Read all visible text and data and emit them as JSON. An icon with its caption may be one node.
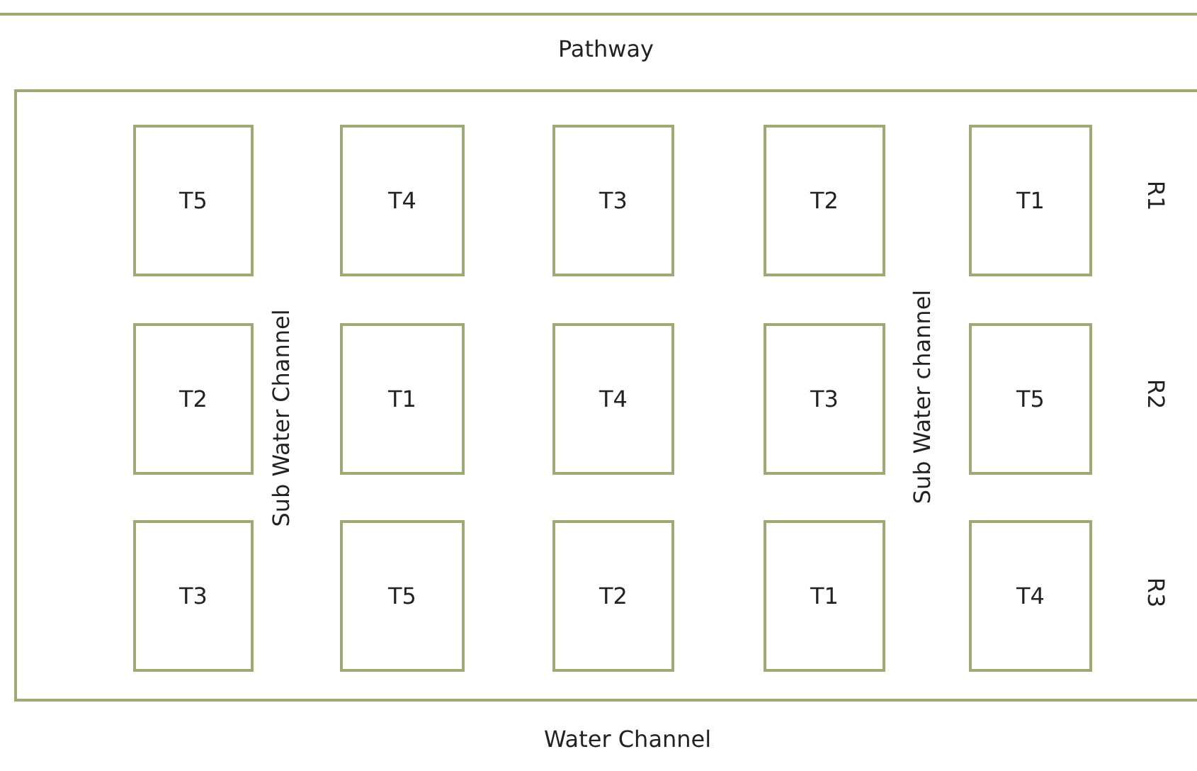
{
  "diagram": {
    "nodes": [
      {
        "text": [],
        "shape": "box"
      },
      {
        "text": [
          "T5"
        ],
        "in": 0
      },
      {
        "text": [
          "T4"
        ],
        "in": 0
      },
      {
        "text": [
          "T3"
        ],
        "in": 0
      },
      {
        "text": [
          "T2"
        ],
        "in": 0
      },
      {
        "text": [
          "T1"
        ],
        "in": 0
      },
      {
        "text": [
          "T2"
        ],
        "in": 0
      },
      {
        "text": [
          "T1"
        ],
        "in": 0
      },
      {
        "text": [
          "T4"
        ],
        "in": 0
      },
      {
        "text": [
          "T3"
        ],
        "in": 0
      },
      {
        "text": [
          "T5"
        ],
        "in": 0
      },
      {
        "text": [
          "T3"
        ],
        "in": 0
      },
      {
        "text": [
          "T5"
        ],
        "in": 0
      },
      {
        "text": [
          "T2"
        ],
        "in": 0
      },
      {
        "text": [
          "T1"
        ],
        "in": 0
      },
      {
        "text": [
          "T4"
        ],
        "in": 0
      }
    ],
    "labels": [
      "Pathway",
      "R1",
      "Sub Water Channel",
      "Sub Water channel",
      "R2",
      "R3",
      "Water Channel"
    ]
  }
}
